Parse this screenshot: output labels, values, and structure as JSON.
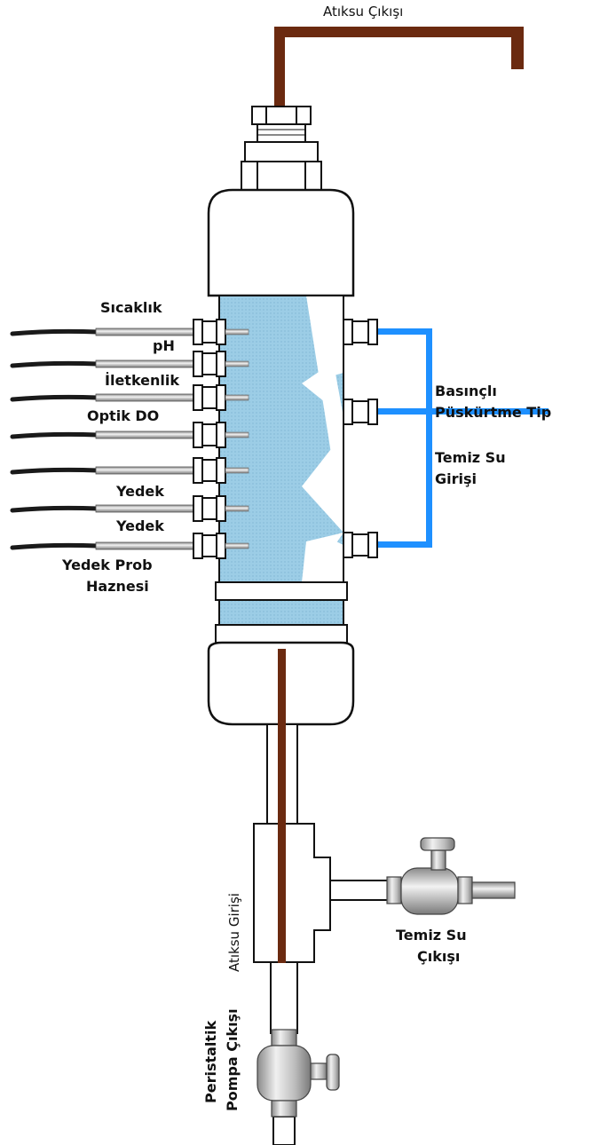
{
  "labels": {
    "waste_outlet": "Atıksu Çıkışı",
    "sensors": [
      "Sıcaklık",
      "pH",
      "İletkenlik",
      "Optik DO",
      "Yedek",
      "Yedek"
    ],
    "spare_probe_chamber": [
      "Yedek Prob",
      "Haznesi"
    ],
    "spray_type": [
      "Basınçlı",
      "Püskürtme Tip"
    ],
    "clean_water_inlet": [
      "Temiz Su",
      "Girişi"
    ],
    "waste_inlet": "Atıksu Girişi",
    "clean_water_outlet": [
      "Temiz Su",
      "Çıkışı"
    ],
    "peristaltic_pump_outlet": [
      "Peristaltik",
      "Pompa Çıkışı"
    ]
  },
  "colors": {
    "waste_pipe": "#6b2a10",
    "clean_water_pipe": "#1e90ff",
    "vessel_fill": "#9ccde6",
    "body_outline": "#111111"
  }
}
